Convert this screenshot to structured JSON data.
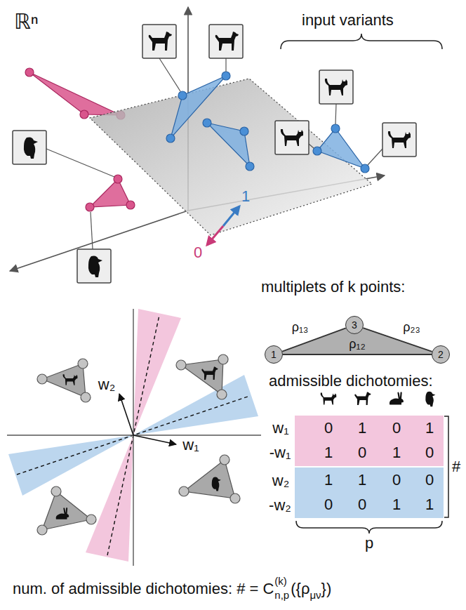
{
  "diagram": {
    "nodes": [
      {
        "text": [
          "1"
        ]
      },
      {
        "text": [
          "2"
        ]
      },
      {
        "text": [
          "3"
        ]
      },
      {
        "text": [
          "0",
          "1",
          "0",
          "1",
          "1",
          "0",
          "1",
          "0"
        ]
      },
      {
        "text": [
          "1",
          "1",
          "0",
          "0",
          "0",
          "0",
          "1",
          "1"
        ]
      }
    ],
    "edges": [
      {
        "from": 0,
        "to": 1,
        "arrow": "none",
        "label": "ρ₁₂"
      },
      {
        "from": 0,
        "to": 2,
        "arrow": "none",
        "label": "ρ₁₃"
      },
      {
        "from": 1,
        "to": 2,
        "arrow": "none",
        "label": "ρ₂₃"
      }
    ],
    "labels": [
      "ℝⁿ",
      "input variants",
      "1",
      "0",
      "multiplets of k points:",
      "admissible dichotomies:",
      "w₁",
      "-w₁",
      "w₂",
      "-w₂",
      "#",
      "p",
      "w₂",
      "w₁",
      "num. of admissible dichotomies: # = C",
      "(k)",
      "n,p",
      "({ρ",
      "μν",
      "})"
    ]
  }
}
